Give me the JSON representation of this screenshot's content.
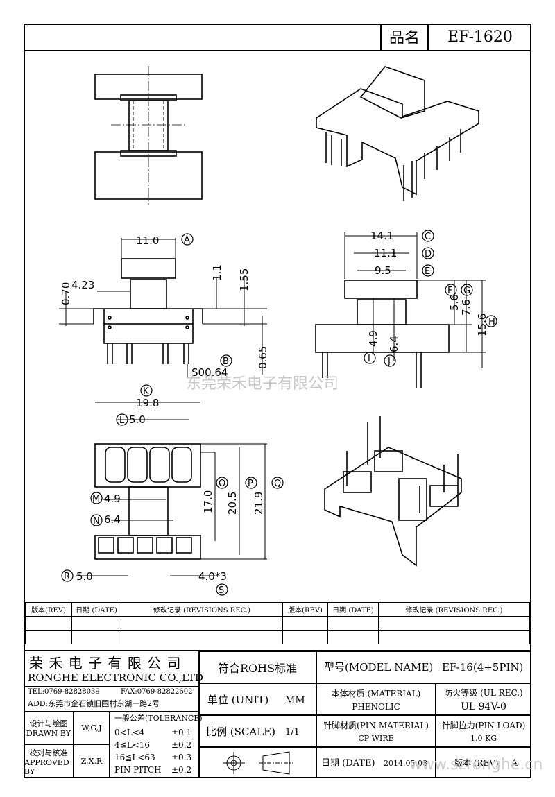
{
  "header": {
    "name_label": "品名",
    "part_no": "EF-1620"
  },
  "dims": {
    "A": "11.0",
    "A_letter": "A",
    "d_070": "0.70",
    "d_423": "4.23",
    "d_11": "1.1",
    "d_155": "1.55",
    "d_065": "0.65",
    "B": "S00.64",
    "B_letter": "B",
    "C": "14.1",
    "C_letter": "C",
    "D": "11.1",
    "D_letter": "D",
    "E": "9.5",
    "E_letter": "E",
    "F": "5.6",
    "F_letter": "F",
    "G": "7.6",
    "G_letter": "G",
    "H": "15.6",
    "H_letter": "H",
    "I": "4.9",
    "I_letter": "I",
    "J": "6.4",
    "J_letter": "J",
    "K": "19.8",
    "K_letter": "K",
    "L": "5.0",
    "L_letter": "L",
    "M": "4.9",
    "M_letter": "M",
    "N": "6.4",
    "N_letter": "N",
    "O": "17.0",
    "O_letter": "O",
    "P": "20.5",
    "P_letter": "P",
    "Q": "21.9",
    "Q_letter": "Q",
    "R": "5.0",
    "R_letter": "R",
    "S": "4.0*3",
    "S_letter": "S"
  },
  "watermark": "东莞荣禾电子有限公司",
  "revisions": {
    "headers": [
      "版本(REV)",
      "日期 (DATE)",
      "修改记录 (REVISIONS REC.)",
      "版本(REV)",
      "日期 (DATE)",
      "修改记录 (REVISIONS REC.)"
    ]
  },
  "company": {
    "name_cn": "荣 禾 电 子 有 限 公 司",
    "name_en": "RONGHE ELECTRONIC CO.,LTD",
    "tel": "TEL:0769-82828039",
    "fax": "FAX:0769-82822602",
    "address": "ADD:东莞市企石镇旧围村东湖一路2号"
  },
  "titleblock": {
    "rohs": "符合ROHS标准",
    "model_label": "型号(MODEL NAME)",
    "model_value": "EF-16(4+5PIN)",
    "unit_label": "单位 (UNIT)",
    "unit_value": "MM",
    "material_label": "本体材质 (MATERIAL)",
    "material_value": "PHENOLIC",
    "fire_label": "防火等级 (UL REC.)",
    "fire_value": "UL 94V-0",
    "scale_label": "比例 (SCALE)",
    "scale_value": "1/1",
    "pin_mat_label": "针脚材质(PIN MATERIAL)",
    "pin_mat_value": "CP WIRE",
    "pin_load_label": "针脚拉力(PIN LOAD)",
    "pin_load_value": "1.0 KG",
    "date_label": "日期 (DATE)",
    "date_value": "2014.05.08",
    "rev_label": "版本 (REV)",
    "rev_value": "A",
    "design_label": "设计与绘图",
    "drawn_label": "DRAWN BY",
    "drawn_value": "W,G,J",
    "check_label": "校对与核准",
    "approved_label": "APPROVED BY",
    "approved_value": "Z,X,R",
    "tol_title": "一般公差(TOLERANCE)",
    "tol": [
      {
        "range": "0<L<4",
        "val": "±0.1"
      },
      {
        "range": "4≦L<16",
        "val": "±0.2"
      },
      {
        "range": "16≦L<63",
        "val": "±0.3"
      },
      {
        "range": "PIN PITCH",
        "val": "±0.2"
      }
    ]
  },
  "site_watermark": "www.szronghe.cn"
}
